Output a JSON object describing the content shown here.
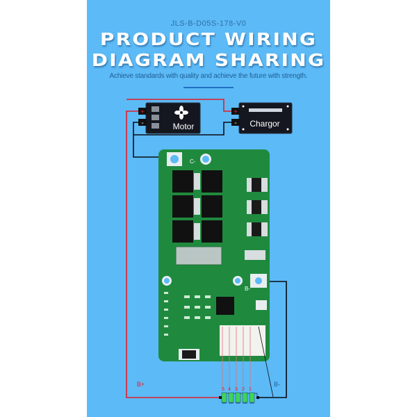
{
  "header": {
    "model_code": "JLS-B-D05S-178-V0",
    "title_line1": "PRODUCT WIRING",
    "title_line2": "DIAGRAM SHARING",
    "subtitle": "Achieve standards with quality and achieve the future with strength."
  },
  "diagram": {
    "motor_label": "Motor",
    "charger_label": "Chargor",
    "plus_sign": "+",
    "minus_sign": "-",
    "pcb_c_minus": "C-",
    "pcb_b_minus": "B-",
    "bplus_label": "B+",
    "bminus_label": "B-",
    "cell_numbers": [
      "5",
      "4",
      "3",
      "2",
      "1"
    ],
    "colors": {
      "background": "#5cbaf6",
      "positive_wire": "#e0202a",
      "negative_wire": "#0a0a14",
      "pcb": "#1f8a3e"
    }
  }
}
